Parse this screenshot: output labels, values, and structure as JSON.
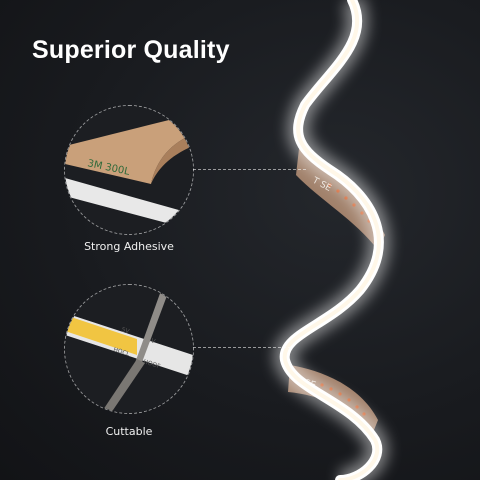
{
  "title": "Superior Quality",
  "features": [
    {
      "label": "Strong Adhesive",
      "tape_text": "3M 300L"
    },
    {
      "label": "Cuttable",
      "strip_marks": [
        "5V",
        "5V",
        "HOCL",
        "HOOF"
      ]
    }
  ],
  "strip_text": [
    "T SE",
    "P SE"
  ],
  "colors": {
    "background": "#191b1f",
    "glow": "#ffffff",
    "tape": "#c9a07a",
    "strip_side": "#b08a72",
    "led_dots": "#d4622e",
    "cob_yellow": "#f1c542"
  }
}
